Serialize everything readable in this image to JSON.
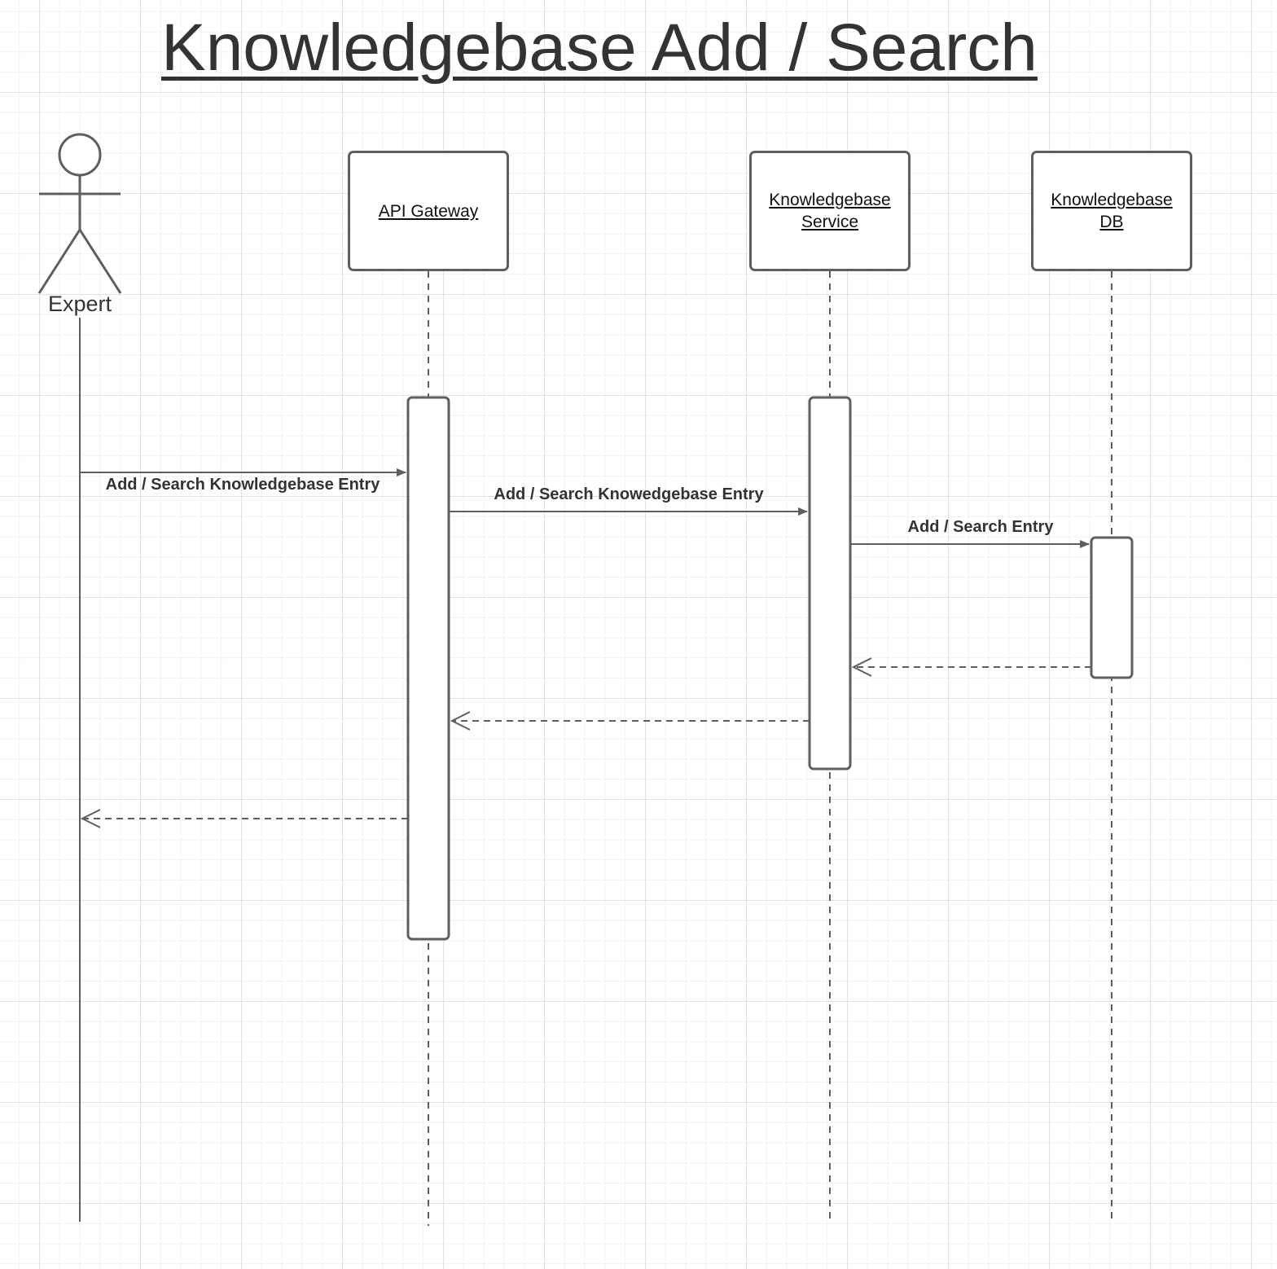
{
  "title": "Knowledgebase Add / Search",
  "actor": {
    "label": "Expert"
  },
  "participants": [
    {
      "id": "api-gateway",
      "label": "API Gateway"
    },
    {
      "id": "kb-service",
      "label": "Knowledgebase\nService"
    },
    {
      "id": "kb-db",
      "label": "Knowledgebase\nDB"
    }
  ],
  "messages": [
    {
      "from": "Expert",
      "to": "API Gateway",
      "label": "Add / Search Knowledgebase Entry",
      "type": "sync"
    },
    {
      "from": "API Gateway",
      "to": "Knowledgebase Service",
      "label": "Add / Search Knowedgebase Entry",
      "type": "sync"
    },
    {
      "from": "Knowledgebase Service",
      "to": "Knowledgebase DB",
      "label": "Add / Search Entry",
      "type": "sync"
    },
    {
      "from": "Knowledgebase DB",
      "to": "Knowledgebase Service",
      "label": "",
      "type": "return"
    },
    {
      "from": "Knowledgebase Service",
      "to": "API Gateway",
      "label": "",
      "type": "return"
    },
    {
      "from": "API Gateway",
      "to": "Expert",
      "label": "",
      "type": "return"
    }
  ],
  "colors": {
    "stroke": "#5e5e5e",
    "text": "#333333",
    "grid": "#e2e2e2"
  }
}
